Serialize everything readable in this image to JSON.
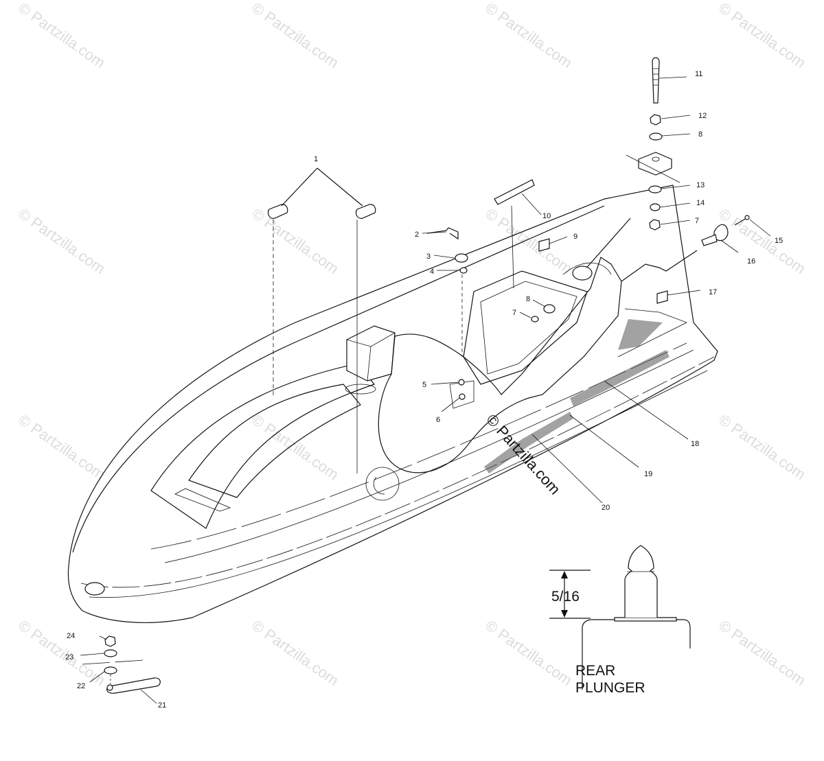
{
  "watermark_text": "© Partzilla.com",
  "center_watermark_text": "© Partzilla.com",
  "callouts": {
    "c1": "1",
    "c2": "2",
    "c3": "3",
    "c4": "4",
    "c5": "5",
    "c6": "6",
    "c7a": "7",
    "c7b": "7",
    "c8a": "8",
    "c8b": "8",
    "c9": "9",
    "c10": "10",
    "c11": "11",
    "c12": "12",
    "c13": "13",
    "c14": "14",
    "c15": "15",
    "c16": "16",
    "c17": "17",
    "c18": "18",
    "c19": "19",
    "c20": "20",
    "c21": "21",
    "c22": "22",
    "c23": "23",
    "c24": "24"
  },
  "detail": {
    "dimension": "5/16",
    "label_line1": "REAR",
    "label_line2": "PLUNGER"
  }
}
